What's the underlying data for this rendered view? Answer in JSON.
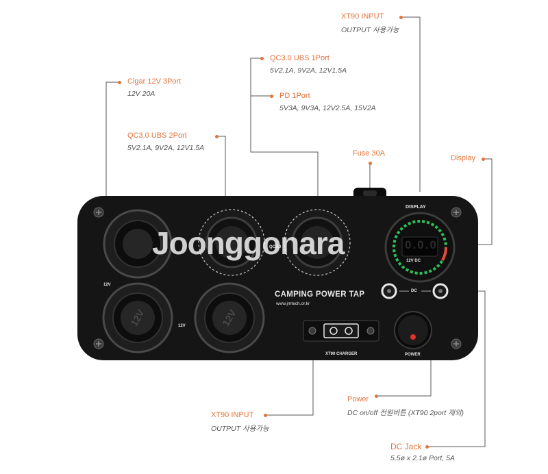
{
  "callouts": {
    "xt90_input_top": {
      "title": "XT90 INPUT",
      "desc": "OUTPUT 사용가능"
    },
    "qc30_ubs_1port": {
      "title": "QC3.0 UBS 1Port",
      "desc": "5V2.1A, 9V2A, 12V1.5A"
    },
    "pd_1port": {
      "title": "PD 1Port",
      "desc": "5V3A, 9V3A, 12V2.5A, 15V2A"
    },
    "cigar_12v_3port": {
      "title": "Cigar 12V 3Port",
      "desc": "12V 20A"
    },
    "qc30_ubs_2port": {
      "title": "QC3.0 UBS 2Port",
      "desc": "5V2.1A, 9V2A, 12V1.5A"
    },
    "fuse": {
      "title": "Fuse 30A"
    },
    "display": {
      "title": "Display"
    },
    "power": {
      "title": "Power",
      "desc": "DC on/off 전원버튼 (XT90 2port 제외)"
    },
    "xt90_input_bottom": {
      "title": "XT90 INPUT",
      "desc": "OUTPUT 사용가능"
    },
    "dc_jack": {
      "title": "DC Jack",
      "desc": "5.5ø x 2.1ø Port, 5A"
    }
  },
  "panel": {
    "title": "CAMPING POWER TAP",
    "website": "www.jmtech.or.kr",
    "display_label": "DISPLAY",
    "display_readout": "0.0.0",
    "display_caption": "12V   DC",
    "qc_label": "QC3.0",
    "label_12v_a": "12V",
    "label_12v_b": "12V",
    "socket_text": "12V",
    "dc_label": "DC",
    "xt90_charger_label": "XT90 CHARGER",
    "power_label": "POWER"
  },
  "watermark": "Joonggonara",
  "colors": {
    "accent": "#e2733a",
    "panel": "#151515"
  }
}
